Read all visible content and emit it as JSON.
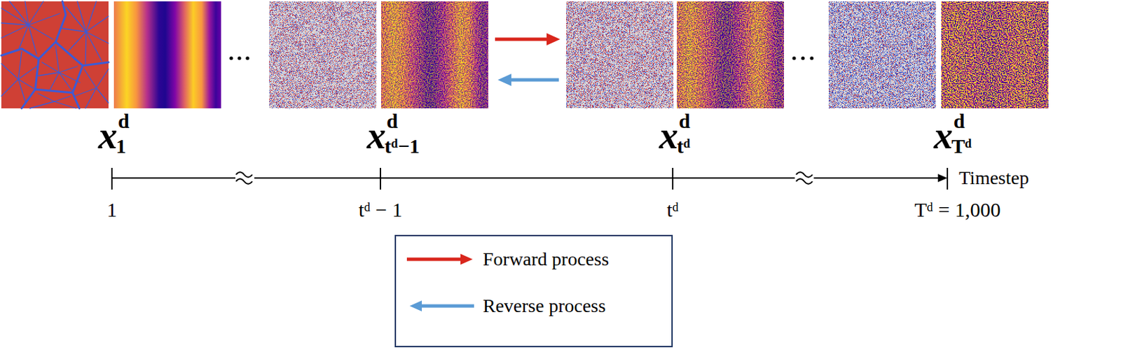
{
  "diagram": {
    "labels": [
      "x",
      "d",
      "1",
      "x",
      "d",
      "tᵈ−1",
      "x",
      "d",
      "tᵈ",
      "x",
      "d",
      "Tᵈ",
      "Timestep",
      "1",
      "tᵈ − 1",
      "tᵈ",
      "Tᵈ = 1,000"
    ],
    "legend": [
      {
        "text": "Forward process"
      },
      {
        "text": "Reverse process"
      }
    ]
  }
}
